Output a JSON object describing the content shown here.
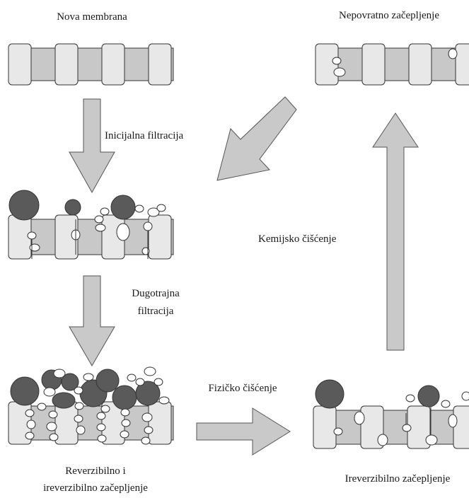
{
  "labels": {
    "new_membrane": "Nova membrana",
    "irreversible_blocking_top": "Nepovratno začepljenje",
    "initial_filtration": "Inicijalna filtracija",
    "chemical_cleaning": "Kemijsko čišćenje",
    "long_filtration_line1": "Dugotrajna",
    "long_filtration_line2": "filtracija",
    "physical_cleaning": "Fizičko čišćenje",
    "reversible_line1": "Reverzibilno i",
    "reversible_line2": "ireverzibilno začepljenje",
    "irreversible_bottom": "Ireverzibilno začepljenje"
  },
  "colors": {
    "pillar_fill": "#e8e8e8",
    "pore_fill": "#c8c8c8",
    "outline": "#333333",
    "arrow_fill": "#c9c9c9",
    "dark_particle": "#5a5a5a",
    "light_particle": "#ffffff"
  }
}
